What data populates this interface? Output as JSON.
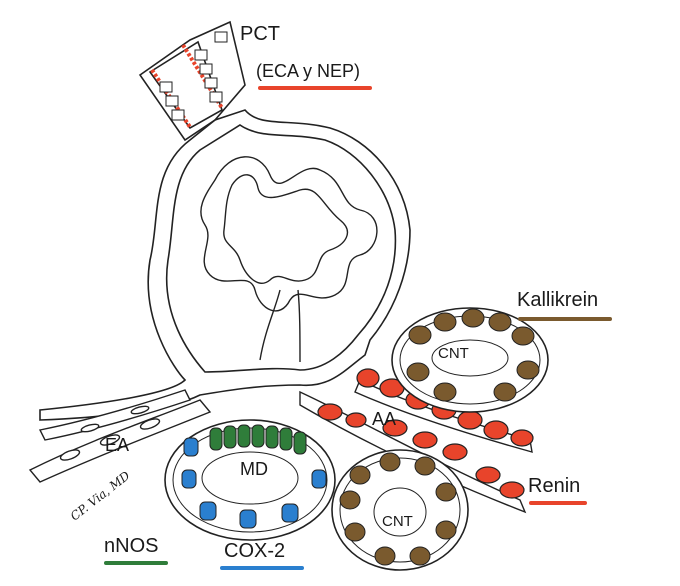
{
  "labels": {
    "pct": "PCT",
    "eca_nep": "(ECA y NEP)",
    "kallikrein": "Kallikrein",
    "cnt_top": "CNT",
    "aa": "AA",
    "ea": "EA",
    "md": "MD",
    "renin": "Renin",
    "cnt_bottom": "CNT",
    "nnos": "nNOS",
    "cox2": "COX-2",
    "signature": "CP. Via, MD"
  },
  "colors": {
    "renin_red": "#e8442b",
    "kallikrein_brown": "#7a5a2e",
    "nnos_green": "#2f7d3a",
    "cox2_blue": "#2a7fcf",
    "outline": "#222222"
  }
}
